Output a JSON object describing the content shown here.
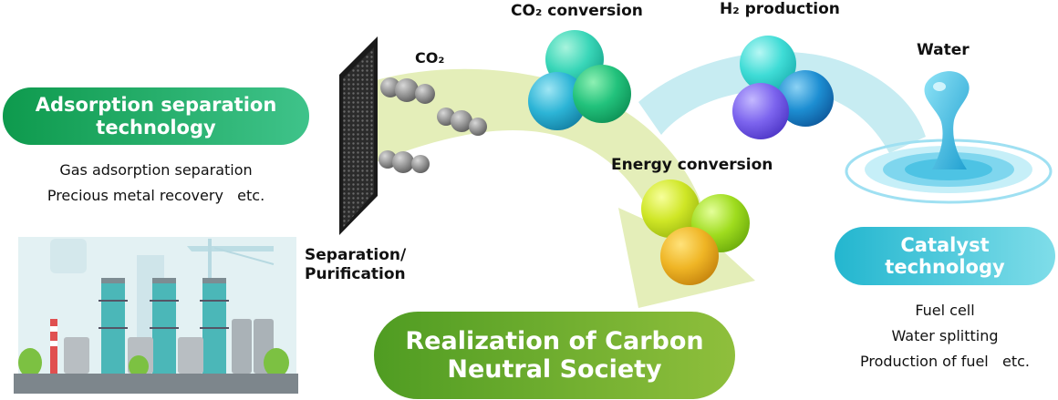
{
  "labels": {
    "co2_conversion": "CO₂ conversion",
    "h2_production": "H₂ production",
    "water": "Water",
    "co2": "CO₂",
    "energy_conversion": "Energy conversion",
    "separation": "Separation/\nPurification"
  },
  "adsorption": {
    "title": "Adsorption separation\ntechnology",
    "items": [
      "Gas adsorption separation",
      "Precious metal recovery   etc."
    ]
  },
  "catalyst": {
    "title": "Catalyst\ntechnology",
    "items": [
      "Fuel cell",
      "Water splitting",
      "Production of fuel   etc."
    ]
  },
  "center": {
    "title": "Realization of Carbon\nNeutral Society"
  },
  "colors": {
    "adsorption_green": "#1fa55a",
    "catalyst_cyan": "#3cc3d6",
    "center_green": "#6aa82c",
    "arrow_lime": "#e4eeb9",
    "arrow_cyan": "#c7ecf2",
    "water_blue": "#35b8dd"
  }
}
